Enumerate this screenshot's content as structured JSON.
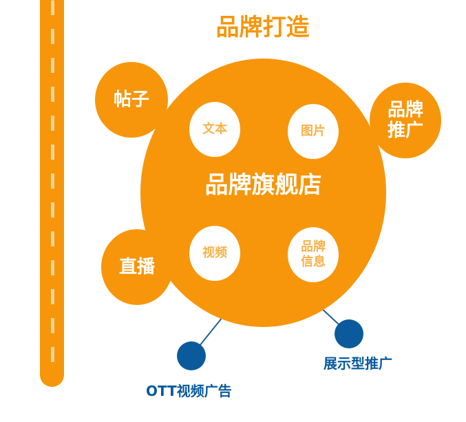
{
  "title": "品牌打造",
  "center": "品牌旗舰店",
  "inner": {
    "text": "文本",
    "image": "图片",
    "video": "视频",
    "info_line1": "品牌",
    "info_line2": "信息"
  },
  "outer": {
    "post": "帖子",
    "live": "直播",
    "promo_line1": "品牌",
    "promo_line2": "推广"
  },
  "channels": {
    "ott": "OTT视频广告",
    "display": "展示型推广"
  },
  "colors": {
    "orange": "#f7960b",
    "blue": "#0a5a9c"
  }
}
